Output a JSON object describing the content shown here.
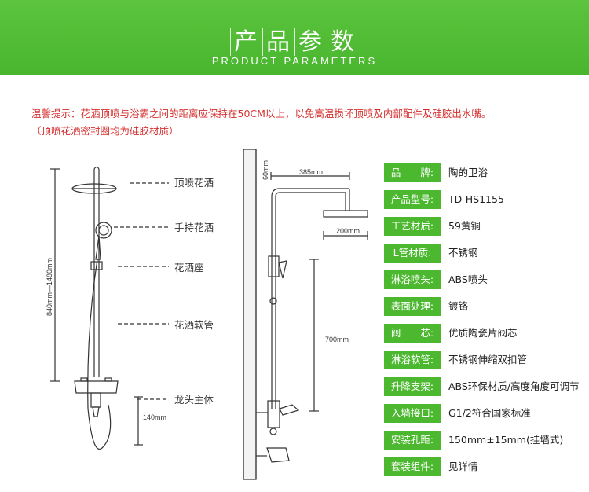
{
  "banner": {
    "title_chars": [
      "产",
      "品",
      "参",
      "数"
    ],
    "subtitle": "PRODUCT PARAMETERS",
    "color": "#4cb82f"
  },
  "notice": {
    "line1": "温馨提示：花洒顶喷与浴霸之间的距离应保持在50CM以上，以免高温损坏顶喷及内部配件及硅胶出水嘴。",
    "line2": "（顶喷花洒密封圈均为硅胶材质）",
    "color": "#d62f2f"
  },
  "diagram": {
    "callouts": [
      "顶喷花洒",
      "手持花洒",
      "花洒座",
      "花洒软管",
      "龙头主体"
    ],
    "dimensions": {
      "height_range": "840mm—1480mm",
      "bottom_height": "140mm",
      "arm_length": "385mm",
      "wall_gap": "60mm",
      "top_spray": "200mm",
      "center_height": "700mm"
    }
  },
  "specs": [
    {
      "label": "品　　牌:",
      "value": "陶的卫浴"
    },
    {
      "label": "产品型号:",
      "value": "TD-HS1155"
    },
    {
      "label": "工艺材质:",
      "value": "59黄铜"
    },
    {
      "label": "L管材质:",
      "value": "不锈钢"
    },
    {
      "label": "淋浴喷头:",
      "value": "ABS喷头"
    },
    {
      "label": "表面处理:",
      "value": "镀铬"
    },
    {
      "label": "阀　　芯:",
      "value": "优质陶瓷片阀芯"
    },
    {
      "label": "淋浴软管:",
      "value": "不锈钢伸缩双扣管"
    },
    {
      "label": "升降支架:",
      "value": "ABS环保材质/高度角度可调节"
    },
    {
      "label": "入墙接口:",
      "value": "G1/2符合国家标准"
    },
    {
      "label": "安装孔距:",
      "value": "150mm±15mm(挂墙式)"
    },
    {
      "label": "套装组件:",
      "value": "见详情"
    }
  ]
}
